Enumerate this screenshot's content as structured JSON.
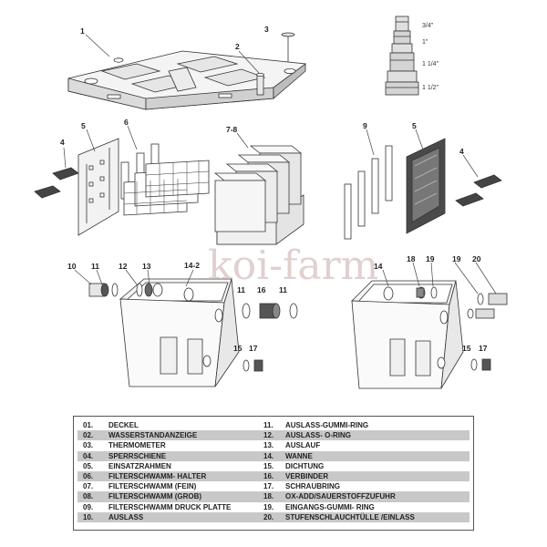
{
  "callouts": {
    "c1": "1",
    "c2": "2",
    "c3": "3",
    "c4a": "4",
    "c5a": "5",
    "c6": "6",
    "c78": "7-8",
    "c9": "9",
    "c5b": "5",
    "c4b": "4",
    "c10": "10",
    "c11a": "11",
    "c12": "12",
    "c13": "13",
    "c142": "14-2",
    "c11b": "11",
    "c16": "16",
    "c11c": "11",
    "c15a": "15",
    "c17a": "17",
    "c14": "14",
    "c18": "18",
    "c19a": "19",
    "c19b": "19",
    "c20": "20",
    "c15b": "15",
    "c17b": "17"
  },
  "sizes": {
    "s1": "3/4\"",
    "s2": "1\"",
    "s3": "1 1/4\"",
    "s4": "1 1/2\""
  },
  "watermark": "koi-farm",
  "legend": [
    {
      "ln": "01.",
      "lt": "DECKEL",
      "rn": "11.",
      "rt": "AUSLASS-GUMMI-RING",
      "shade": false
    },
    {
      "ln": "02.",
      "lt": "WASSERSTANDANZEIGE",
      "rn": "12.",
      "rt": "AUSLASS- O-RING",
      "shade": true
    },
    {
      "ln": "03.",
      "lt": "THERMOMETER",
      "rn": "13.",
      "rt": "AUSLAUF",
      "shade": false
    },
    {
      "ln": "04.",
      "lt": "SPERRSCHIENE",
      "rn": "14.",
      "rt": "WANNE",
      "shade": true
    },
    {
      "ln": "05.",
      "lt": "EINSATZRAHMEN",
      "rn": "15.",
      "rt": "DICHTUNG",
      "shade": false
    },
    {
      "ln": "06.",
      "lt": "FILTERSCHWAMM- HALTER",
      "rn": "16.",
      "rt": "VERBINDER",
      "shade": true
    },
    {
      "ln": "07.",
      "lt": "FILTERSCHWAMM (FEIN)",
      "rn": "17.",
      "rt": "SCHRAUBRING",
      "shade": false
    },
    {
      "ln": "08.",
      "lt": "FILTERSCHWAMM (GROB)",
      "rn": "18.",
      "rt": "OX-ADD/SAUERSTOFFZUFUHR",
      "shade": true
    },
    {
      "ln": "09.",
      "lt": "FILTERSCHWAMM DRUCK PLATTE",
      "rn": "19.",
      "rt": "EINGANGS-GUMMI- RING",
      "shade": false
    },
    {
      "ln": "10.",
      "lt": "AUSLASS",
      "rn": "20.",
      "rt": "STUFENSCHLAUCHTÜLLE /EINLASS",
      "shade": true
    }
  ]
}
